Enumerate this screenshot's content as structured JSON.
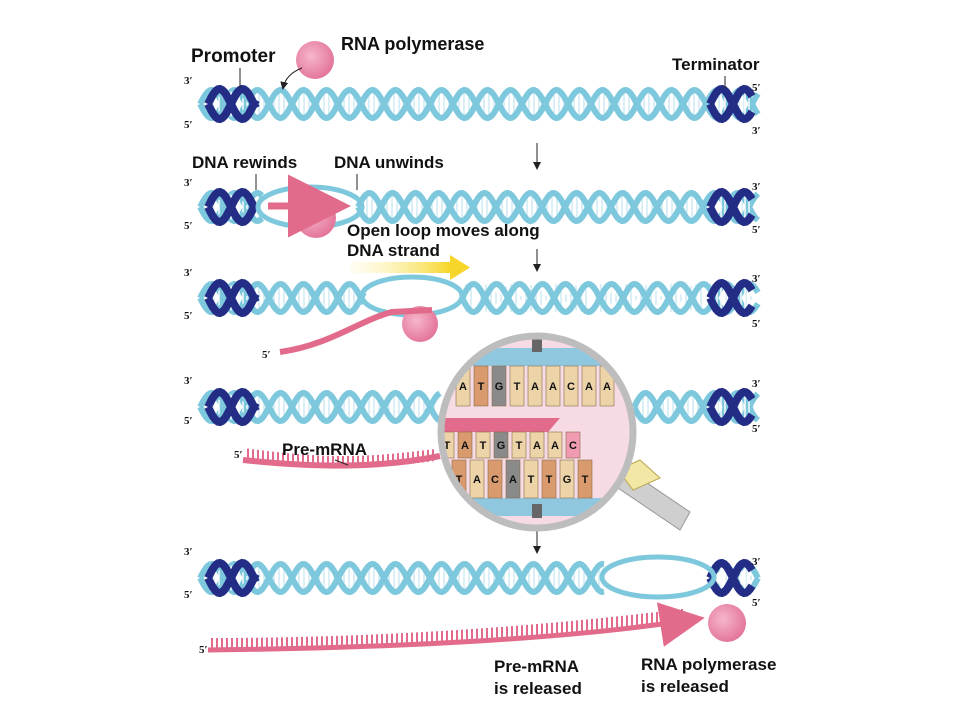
{
  "labels": {
    "promoter": "Promoter",
    "rna_polymerase": "RNA polymerase",
    "terminator": "Terminator",
    "dna_rewinds": "DNA rewinds",
    "dna_unwinds": "DNA unwinds",
    "loop_moves_1": "Open loop moves along",
    "loop_moves_2": "DNA strand",
    "pre_mrna": "Pre-mRNA",
    "pre_mrna_released_1": "Pre-mRNA",
    "pre_mrna_released_2": "is released",
    "polymerase_released_1": "RNA polymerase",
    "polymerase_released_2": "is released"
  },
  "strand_ends": {
    "three_prime": "3′",
    "five_prime": "5′"
  },
  "magnified": {
    "template_top": [
      "A",
      "T",
      "G",
      "T",
      "A",
      "A",
      "C",
      "A",
      "A"
    ],
    "rna_row": [
      "T",
      "A",
      "T",
      "G",
      "T",
      "A",
      "A",
      "C"
    ],
    "coding_bottom": [
      "T",
      "A",
      "C",
      "A",
      "T",
      "T",
      "G",
      "T"
    ]
  },
  "colors": {
    "dna_light": "#7ec8dd",
    "dna_dark": "#232d86",
    "polymerase": "#ec8fae",
    "rna": "#e26a8a",
    "arrow": "#f6d62a"
  }
}
